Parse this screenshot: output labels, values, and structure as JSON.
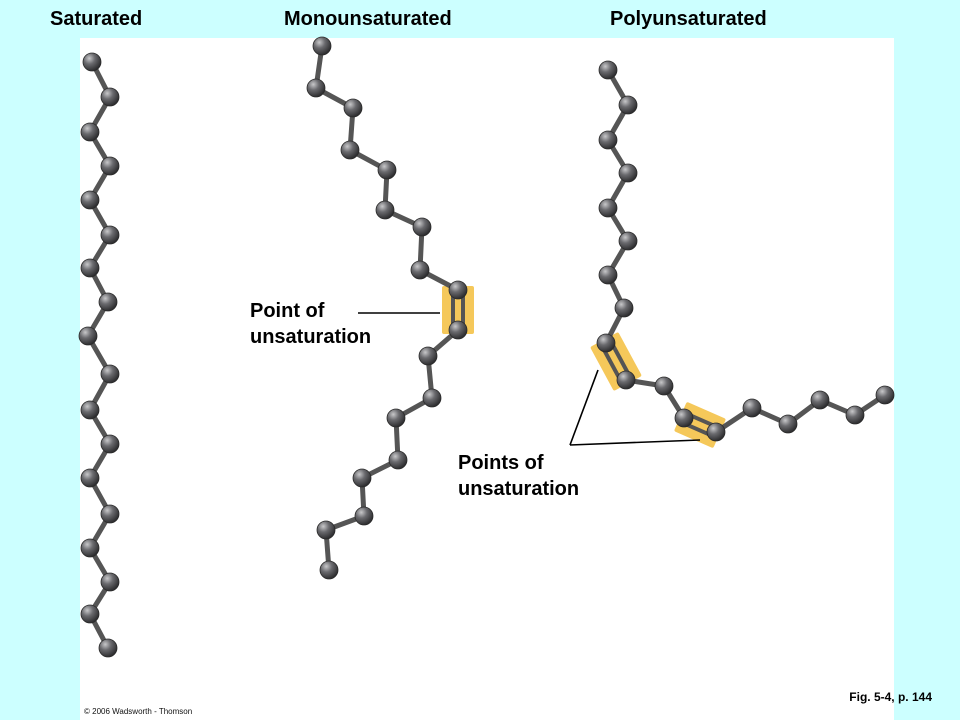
{
  "headings": {
    "saturated": "Saturated",
    "monounsaturated": "Monounsaturated",
    "polyunsaturated": "Polyunsaturated"
  },
  "callouts": {
    "single": {
      "line1": "Point of",
      "line2": "unsaturation"
    },
    "multiple": {
      "line1": "Points of",
      "line2": "unsaturation"
    }
  },
  "figure_ref": "Fig. 5-4, p. 144",
  "copyright": "© 2006 Wadsworth - Thomson",
  "colors": {
    "background": "#ccffff",
    "panel": "#ffffff",
    "bond": "#555555",
    "atom": "#5a5a5c",
    "double_bond_highlight": "#f5c85a"
  }
}
